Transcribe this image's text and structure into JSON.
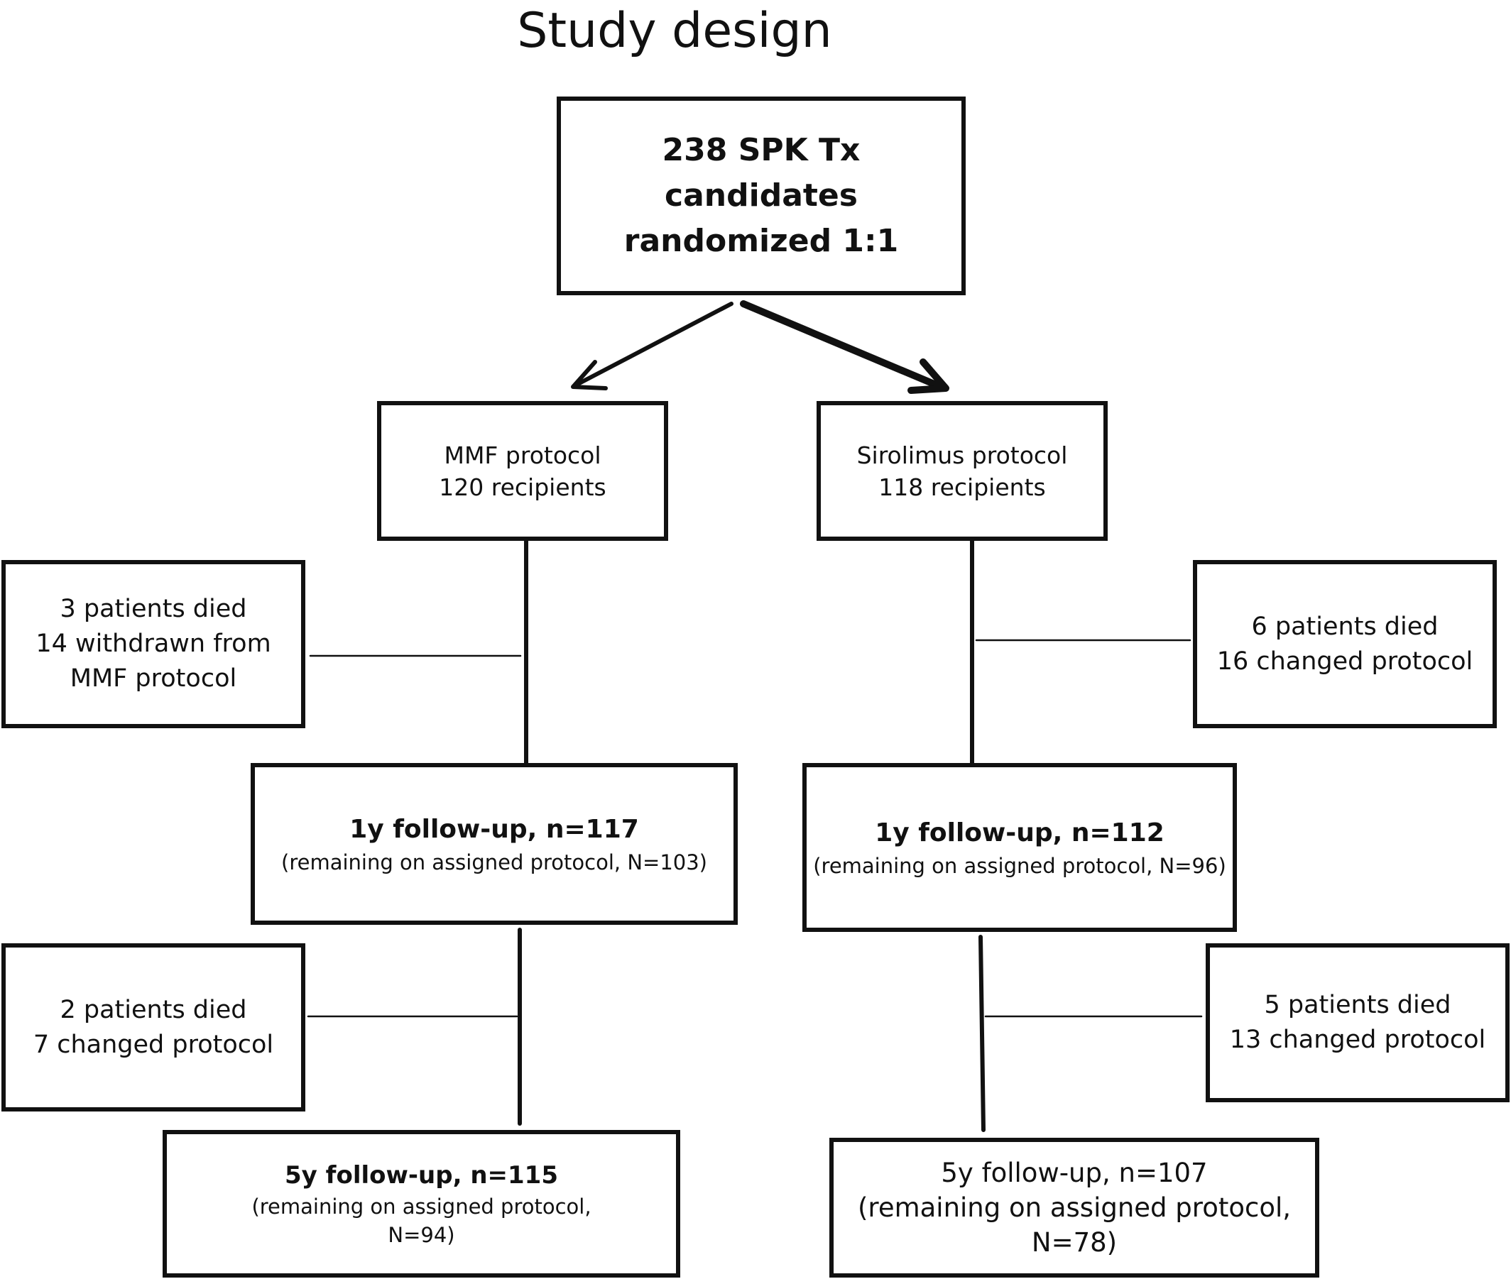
{
  "title": "Study design",
  "root": {
    "line1": "238 SPK Tx candidates",
    "line2": "randomized 1:1"
  },
  "mmf_arm": {
    "protocol": {
      "line1": "MMF protocol",
      "line2": "120 recipients"
    },
    "loss_1y": {
      "line1": "3 patients died",
      "line2": "14 withdrawn from",
      "line3": "MMF protocol"
    },
    "followup_1y": {
      "head": "1y follow-up, n=117",
      "sub": "(remaining on assigned protocol, N=103)"
    },
    "loss_5y": {
      "line1": "2 patients died",
      "line2": "7 changed protocol"
    },
    "followup_5y": {
      "head_bold": "5y",
      "head_rest": " follow-up, n=115",
      "sub1": "(remaining on assigned protocol,",
      "sub2": "N=94)"
    }
  },
  "sirolimus_arm": {
    "protocol": {
      "line1": "Sirolimus protocol",
      "line2": "118 recipients"
    },
    "loss_1y": {
      "line1": "6 patients died",
      "line2": "16 changed protocol"
    },
    "followup_1y": {
      "head": "1y follow-up, n=112",
      "sub": "(remaining on assigned protocol, N=96)"
    },
    "loss_5y": {
      "line1": "5 patients died",
      "line2": "13 changed protocol"
    },
    "followup_5y": {
      "line1": "5y follow-up, n=107",
      "line2": "(remaining on assigned protocol,",
      "line3": "N=78)"
    }
  }
}
